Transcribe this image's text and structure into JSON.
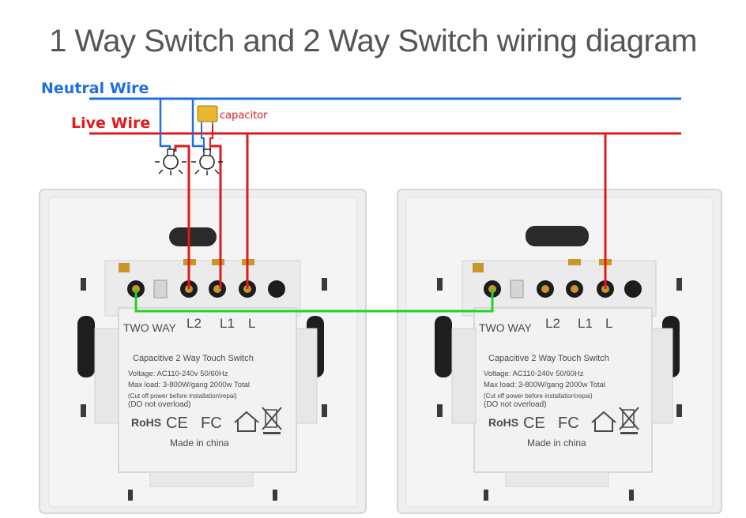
{
  "title": "1 Way Switch and 2 Way Switch wiring diagram",
  "wires": {
    "neutral_label": "Neutral Wire",
    "live_label": "Live Wire",
    "capacitor_label": "capacitor",
    "neutral_color": "#1f6fe0",
    "live_color": "#e01b1b",
    "traveller_color": "#22d12a"
  },
  "left_switch": {
    "terminal_labels": [
      "L2",
      "L1",
      "L"
    ],
    "brand": "TWO WAY",
    "product": "Capacitive 2 Way Touch Switch",
    "voltage": "Voltage: AC110-240v 50/60Hz",
    "max_load": "Max load: 3-800W/gang  2000w Total",
    "caution": "(Cut off power before installation\\repai)",
    "overload": "(DO not overload)",
    "cert_rohs": "RoHS",
    "cert_ce": "CE",
    "cert_fc": "FC",
    "made_in": "Made in china"
  },
  "right_switch": {
    "terminal_labels": [
      "L2",
      "L1",
      "L"
    ],
    "brand": "TWO WAY",
    "product": "Capacitive 2 Way Touch Switch",
    "voltage": "Voltage: AC110-240v 50/60Hz",
    "max_load": "Max load: 3-800W/gang  2000w Total",
    "caution": "(Cut off power before installation\\repai)",
    "overload": "(DO not overload)",
    "cert_rohs": "RoHS",
    "cert_ce": "CE",
    "cert_fc": "FC",
    "made_in": "Made in china"
  },
  "icons": {
    "bulb": "light-bulb-icon",
    "capacitor": "capacitor-icon",
    "home": "home-icon",
    "weee": "crossed-bin-icon"
  }
}
